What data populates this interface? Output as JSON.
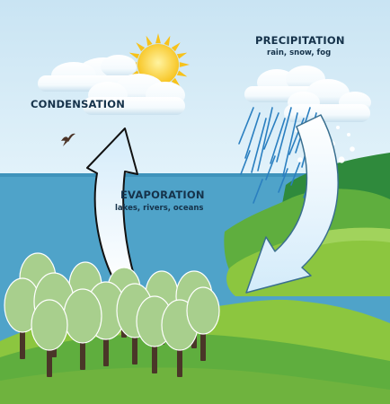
{
  "labels": {
    "precipitation": {
      "title": "PRECIPITATION",
      "subtitle": "rain, snow, fog"
    },
    "condensation": {
      "title": "CONDENSATION"
    },
    "evaporation": {
      "title": "EVAPORATION",
      "subtitle": "lakes, rivers, oceans"
    }
  },
  "colors": {
    "sky_top": "#c9e4f3",
    "sky_bottom": "#e2f2fa",
    "water": "#4fa3c9",
    "water_deep": "#3f93bb",
    "sun": "#f7c21b",
    "cloud": "#f4fafd",
    "cloud_shade": "#c9e0ee",
    "rain": "#2a7fc0",
    "arrow_fill": "#d3ebfa",
    "arrow_stroke": "#111111",
    "hill_dark": "#2f8a3c",
    "hill_mid": "#5fae3e",
    "hill_light": "#8cc63f",
    "tree_canopy": "#a8cf8d",
    "tree_trunk": "#4a3628",
    "label_text": "#15324a"
  },
  "icons": [
    "sun-icon",
    "bird-icon",
    "cloud-icon",
    "rain-icon",
    "snowflake-icon",
    "tree-icon"
  ]
}
